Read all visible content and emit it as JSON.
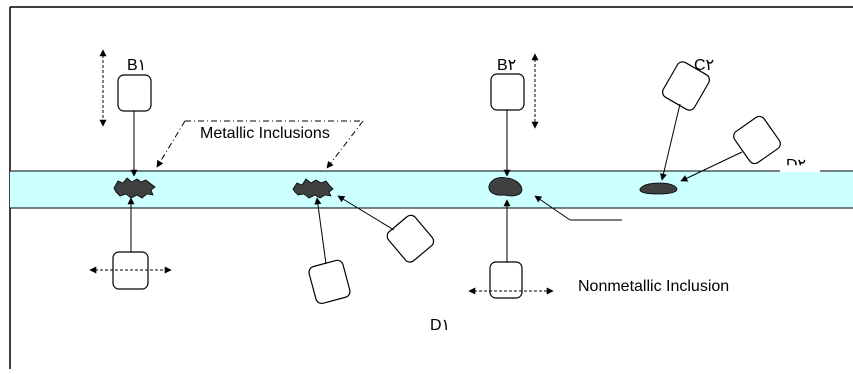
{
  "labels": {
    "b1": "B١",
    "b2": "B٢",
    "c2": "C٢",
    "d1": "D١",
    "d2": "D٢",
    "metallic": "Metallic Inclusions",
    "nonmetallic": "Nonmetallic Inclusion"
  },
  "colors": {
    "plate_fill": "#ccffff",
    "plate_stroke": "#000000",
    "inclusion": "#404040",
    "frame": "#000000"
  }
}
